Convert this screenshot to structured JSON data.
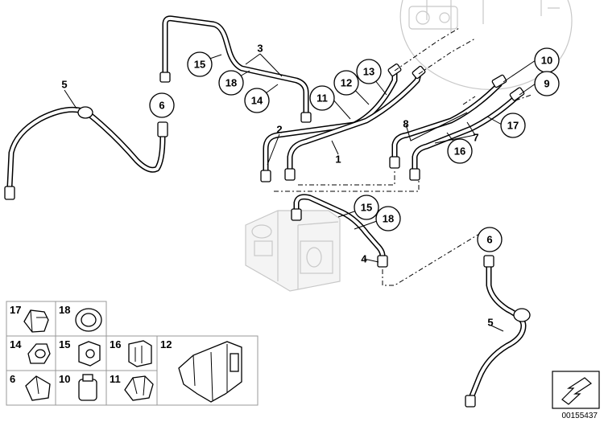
{
  "callouts": [
    {
      "id": "c10",
      "label": "10"
    },
    {
      "id": "c9",
      "label": "9"
    },
    {
      "id": "c13",
      "label": "13"
    },
    {
      "id": "c12",
      "label": "12"
    },
    {
      "id": "c11",
      "label": "11"
    },
    {
      "id": "c15a",
      "label": "15"
    },
    {
      "id": "c18a",
      "label": "18"
    },
    {
      "id": "c14",
      "label": "14"
    },
    {
      "id": "c6a",
      "label": "6"
    },
    {
      "id": "c17",
      "label": "17"
    },
    {
      "id": "c16",
      "label": "16"
    },
    {
      "id": "c15b",
      "label": "15"
    },
    {
      "id": "c18b",
      "label": "18"
    },
    {
      "id": "c6b",
      "label": "6"
    }
  ],
  "labels": {
    "n3": "3",
    "n5a": "5",
    "n2": "2",
    "n1": "1",
    "n8": "8",
    "n7": "7",
    "n4": "4",
    "n5b": "5"
  },
  "legend": [
    {
      "id": "l17",
      "label": "17"
    },
    {
      "id": "l18",
      "label": "18"
    },
    {
      "id": "l14",
      "label": "14"
    },
    {
      "id": "l15",
      "label": "15"
    },
    {
      "id": "l16",
      "label": "16"
    },
    {
      "id": "l12",
      "label": "12"
    },
    {
      "id": "l6",
      "label": "6"
    },
    {
      "id": "l10",
      "label": "10"
    },
    {
      "id": "l11",
      "label": "11"
    }
  ],
  "document_id": "00155437"
}
